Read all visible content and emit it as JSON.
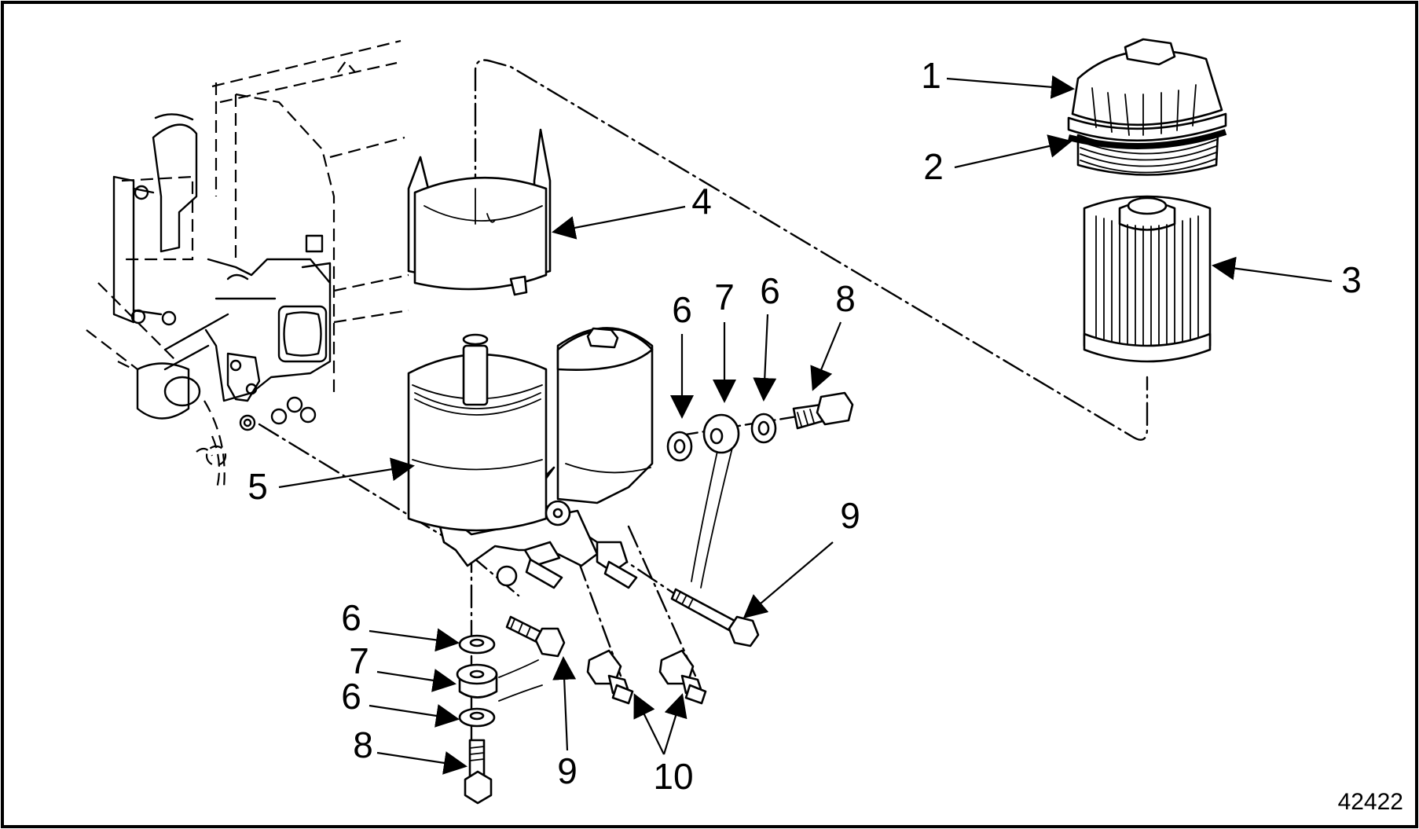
{
  "figure": {
    "number": "42422",
    "border_color": "#000000",
    "line_color": "#000000",
    "background": "#ffffff"
  },
  "callouts": [
    {
      "label": "1",
      "part": "filter-cap"
    },
    {
      "label": "2",
      "part": "o-ring-seal"
    },
    {
      "label": "3",
      "part": "filter-element"
    },
    {
      "label": "4",
      "part": "filter-element-holder"
    },
    {
      "label": "5",
      "part": "filter-housing"
    },
    {
      "label": "6",
      "part": "sealing-washer"
    },
    {
      "label": "7",
      "part": "banjo-fitting"
    },
    {
      "label": "6",
      "part": "sealing-washer"
    },
    {
      "label": "8",
      "part": "banjo-bolt"
    },
    {
      "label": "9",
      "part": "mounting-bolt"
    },
    {
      "label": "6",
      "part": "sealing-washer"
    },
    {
      "label": "7",
      "part": "banjo-fitting"
    },
    {
      "label": "6",
      "part": "sealing-washer"
    },
    {
      "label": "8",
      "part": "banjo-bolt"
    },
    {
      "label": "9",
      "part": "mounting-bolt"
    },
    {
      "label": "10",
      "part": "line-fittings"
    }
  ]
}
